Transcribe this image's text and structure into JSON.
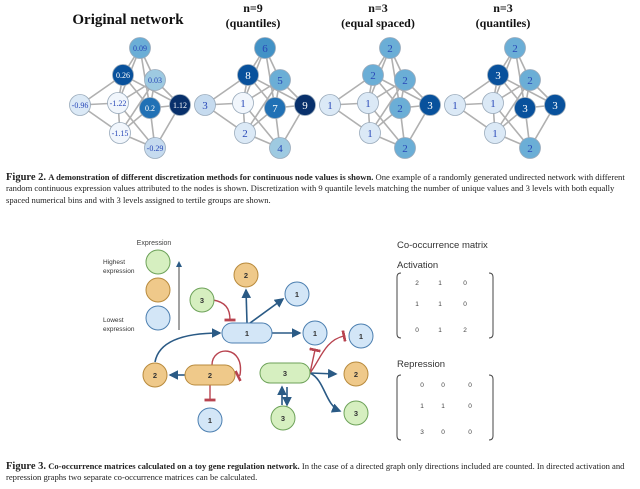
{
  "figure2": {
    "panels": [
      {
        "title_lines": [
          "Original network"
        ],
        "labels": [
          "0.09",
          "0.26",
          "0.03",
          "-0.96",
          "-1.22",
          "0.2",
          "1.12",
          "-1.15",
          "-0.29"
        ],
        "levels": [
          5,
          8,
          4,
          2,
          0,
          7,
          9,
          1,
          3
        ],
        "max_level": 9
      },
      {
        "title_lines": [
          "n=9",
          "(quantiles)"
        ],
        "labels": [
          "6",
          "8",
          "5",
          "3",
          "1",
          "7",
          "9",
          "2",
          "4"
        ],
        "levels": [
          6,
          8,
          5,
          3,
          1,
          7,
          9,
          2,
          4
        ],
        "max_level": 9
      },
      {
        "title_lines": [
          "n=3",
          "(equal spaced)"
        ],
        "labels": [
          "2",
          "2",
          "2",
          "1",
          "1",
          "2",
          "3",
          "1",
          "2"
        ],
        "levels": [
          2,
          2,
          2,
          1,
          1,
          2,
          3,
          1,
          2
        ],
        "max_level": 3
      },
      {
        "title_lines": [
          "n=3",
          "(quantiles)"
        ],
        "labels": [
          "2",
          "3",
          "2",
          "1",
          "1",
          "3",
          "3",
          "1",
          "2"
        ],
        "levels": [
          2,
          3,
          2,
          1,
          1,
          3,
          3,
          1,
          2
        ],
        "max_level": 3
      }
    ],
    "caption": {
      "label": "Figure 2.",
      "bold": "A demonstration of different discretization methods for continuous node values is shown.",
      "text": "One example of a randomly generated undirected network with different random continuous expression values attributed to the nodes is shown. Discretization with 9 quantile levels matching the number of unique values and 3 levels with both equally spaced numerical bins and with 3 levels assigned to tertile groups are shown."
    }
  },
  "figure3": {
    "legend": {
      "title": "Expression",
      "highest": [
        "Highest",
        "expression"
      ],
      "lowest": [
        "Lowest",
        "expression"
      ]
    },
    "colors": {
      "1": "#d3e6f7",
      "2": "#efc98a",
      "3": "#d6efc0",
      "activation": "#2a5a85",
      "repression": "#b8434f"
    },
    "nodes": [
      "2",
      "3",
      "1",
      "1",
      "1",
      "1",
      "2",
      "2",
      "3",
      "2",
      "1",
      "3",
      "3"
    ],
    "matrix_title": "Co-occurrence matrix",
    "activation": {
      "title": "Activation",
      "rows": [
        [
          "2",
          "1",
          "0"
        ],
        [
          "1",
          "1",
          "0"
        ],
        [
          "0",
          "1",
          "2"
        ]
      ]
    },
    "repression": {
      "title": "Repression",
      "rows": [
        [
          "0",
          "0",
          "0"
        ],
        [
          "1",
          "1",
          "0"
        ],
        [
          "3",
          "0",
          "0"
        ]
      ]
    },
    "caption": {
      "label": "Figure 3.",
      "bold": "Co-occurrence matrices calculated on a toy gene regulation network.",
      "text": "In the case of a directed graph only directions included are counted. In directed activation and repression graphs two separate co-occurrence matrices can be calculated."
    }
  }
}
